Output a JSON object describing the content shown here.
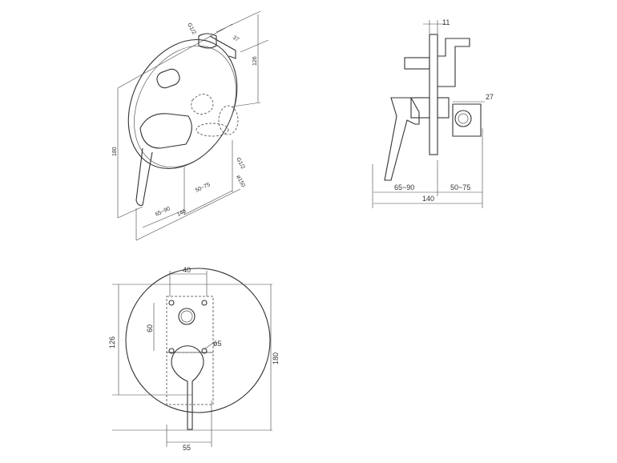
{
  "iso_view": {
    "outlet_top": "G1/2",
    "outlet_offset": "37",
    "outlet_height": "126",
    "height": "180",
    "depth_front": "65~90",
    "total_depth": "140",
    "depth_back": "50~75",
    "outlet_bottom": "G1/2",
    "plate_diameter": "ø150"
  },
  "side_view": {
    "plate_thickness": "11",
    "outlet_diameter": "27",
    "depth_front": "65~90",
    "depth_back": "50~75",
    "total_depth": "140"
  },
  "front_view": {
    "width_top": "40",
    "spacing": "60",
    "outlet_height": "126",
    "hole_diameter": "ø5",
    "height": "180",
    "width_bottom": "55"
  }
}
